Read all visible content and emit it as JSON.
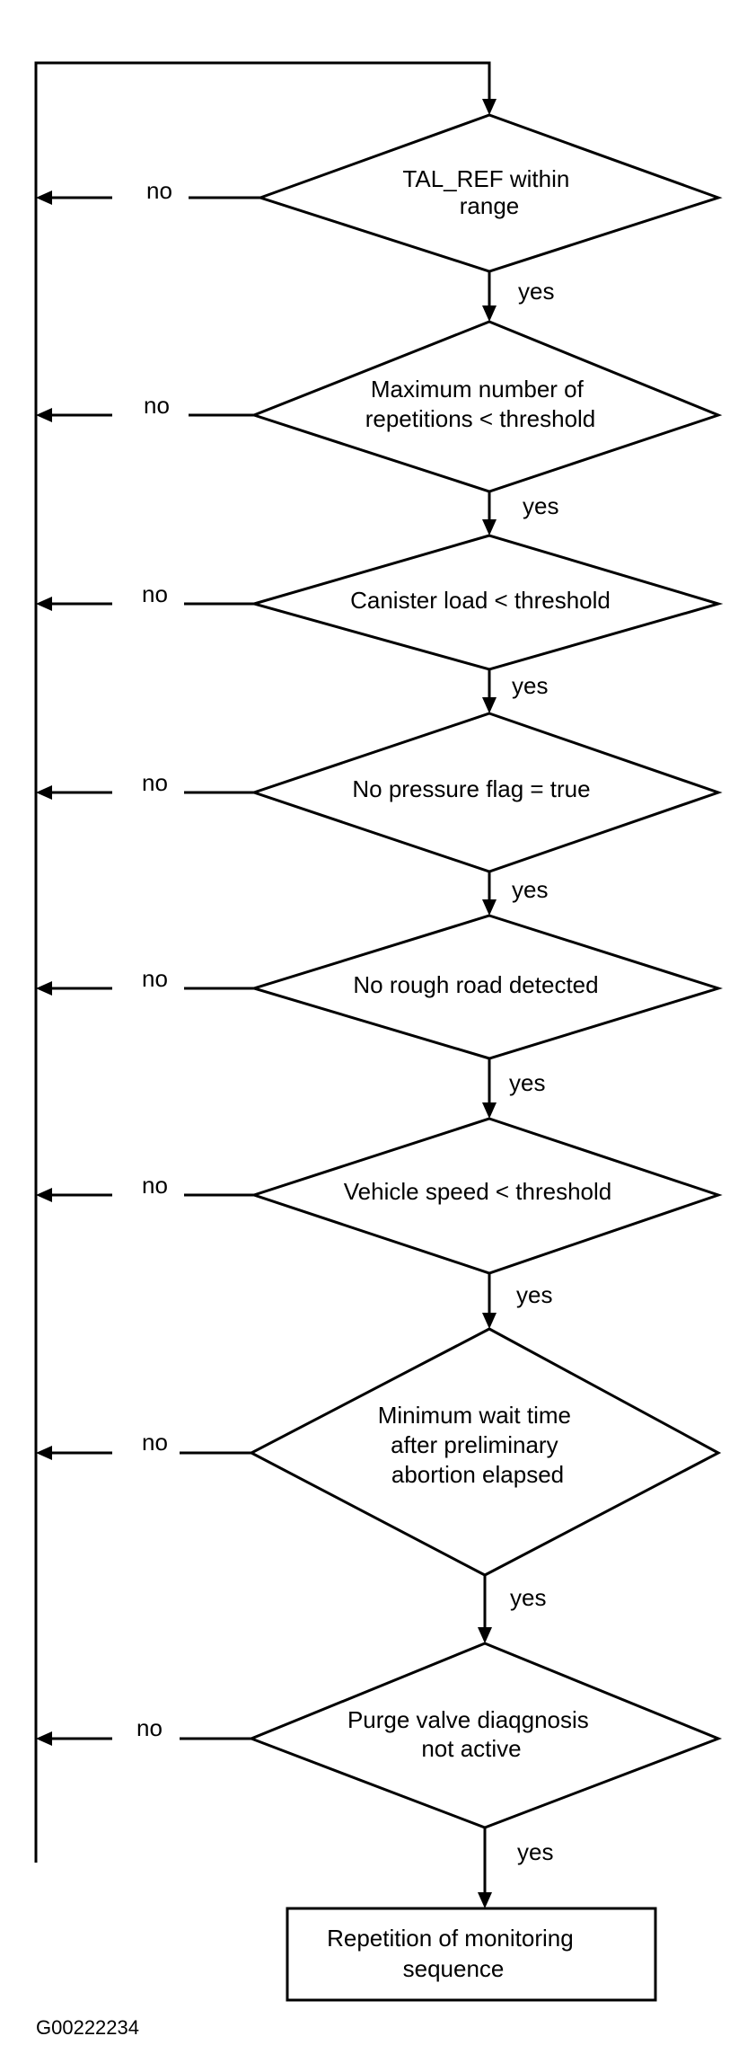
{
  "diagram": {
    "decisions": [
      {
        "lines": [
          "TAL_REF within",
          "range"
        ],
        "no_label": "no",
        "yes_label": "yes"
      },
      {
        "lines": [
          "Maximum number of",
          "repetitions < threshold"
        ],
        "no_label": "no",
        "yes_label": "yes"
      },
      {
        "lines": [
          "Canister load < threshold"
        ],
        "no_label": "no",
        "yes_label": "yes"
      },
      {
        "lines": [
          "No pressure flag = true"
        ],
        "no_label": "no",
        "yes_label": "yes"
      },
      {
        "lines": [
          "No rough road detected"
        ],
        "no_label": "no",
        "yes_label": "yes"
      },
      {
        "lines": [
          "Vehicle speed < threshold"
        ],
        "no_label": "no",
        "yes_label": "yes"
      },
      {
        "lines": [
          "Minimum wait time",
          "after preliminary",
          "abortion elapsed"
        ],
        "no_label": "no",
        "yes_label": "yes"
      },
      {
        "lines": [
          "Purge valve diaqgnosis",
          "not active"
        ],
        "no_label": "no",
        "yes_label": "yes"
      }
    ],
    "end_box": {
      "lines": [
        "Repetition of monitoring",
        "sequence"
      ]
    },
    "figure_code": "G00222234"
  }
}
